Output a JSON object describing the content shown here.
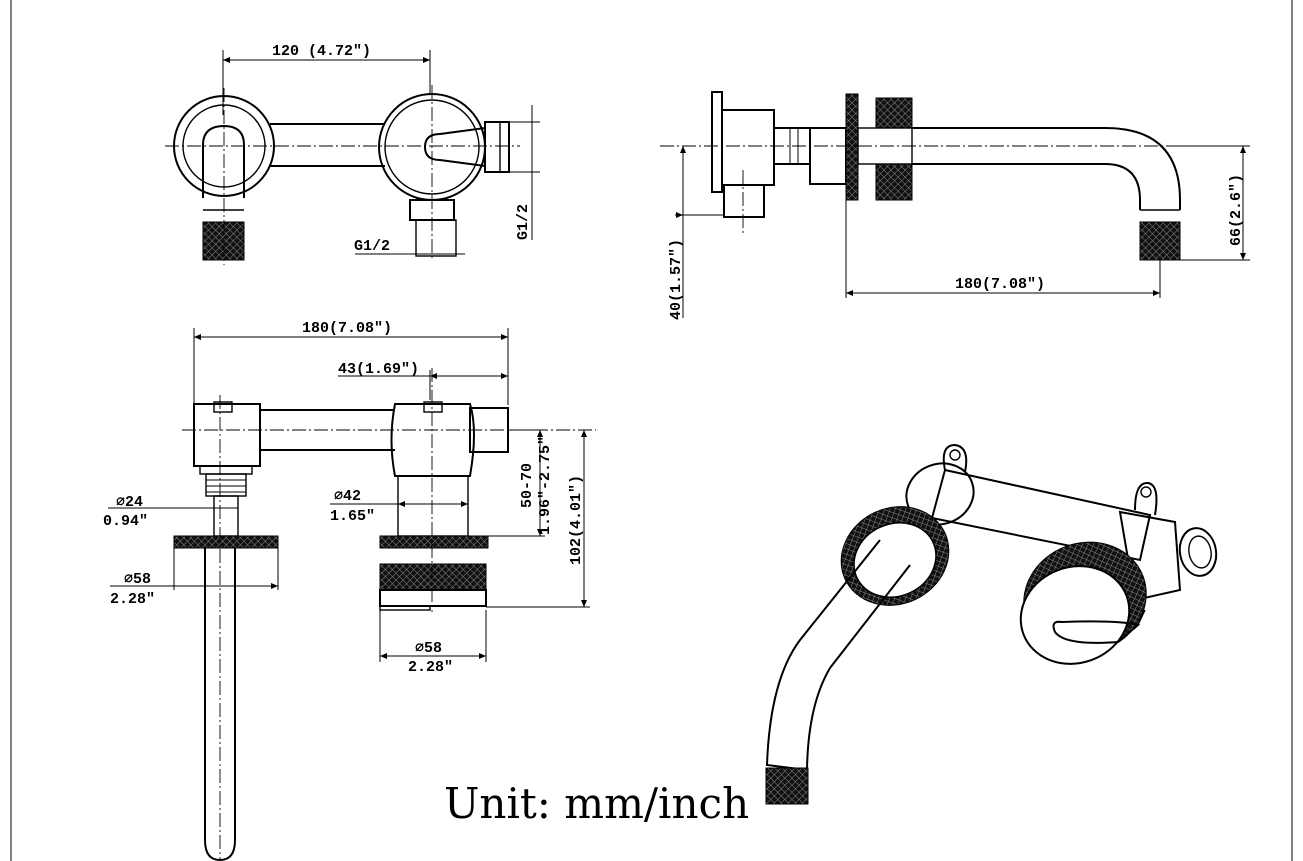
{
  "dimensions": {
    "top_width": "120 (4.72\")",
    "top_inlet_right": "G1/2",
    "top_inlet_bottom": "G1/2",
    "side_length": "180(7.08\")",
    "side_height": "66(2.6\")",
    "side_depth": "40(1.57\")",
    "front_width": "180(7.08\")",
    "front_offset": "43(1.69\")",
    "front_body_depth_mm": "50-70",
    "front_body_depth_in": "1.96\"-2.75\"",
    "front_total_height": "102(4.01\")",
    "spout_diameter_mm": "∅24",
    "spout_diameter_in": "0.94\"",
    "flange_diameter_mm": "∅58",
    "flange_diameter_in": "2.28\"",
    "valve_diameter_mm": "∅42",
    "valve_diameter_in": "1.65\"",
    "handle_diameter_mm": "∅58",
    "handle_diameter_in": "2.28\""
  },
  "unit_label": "Unit: mm/inch"
}
